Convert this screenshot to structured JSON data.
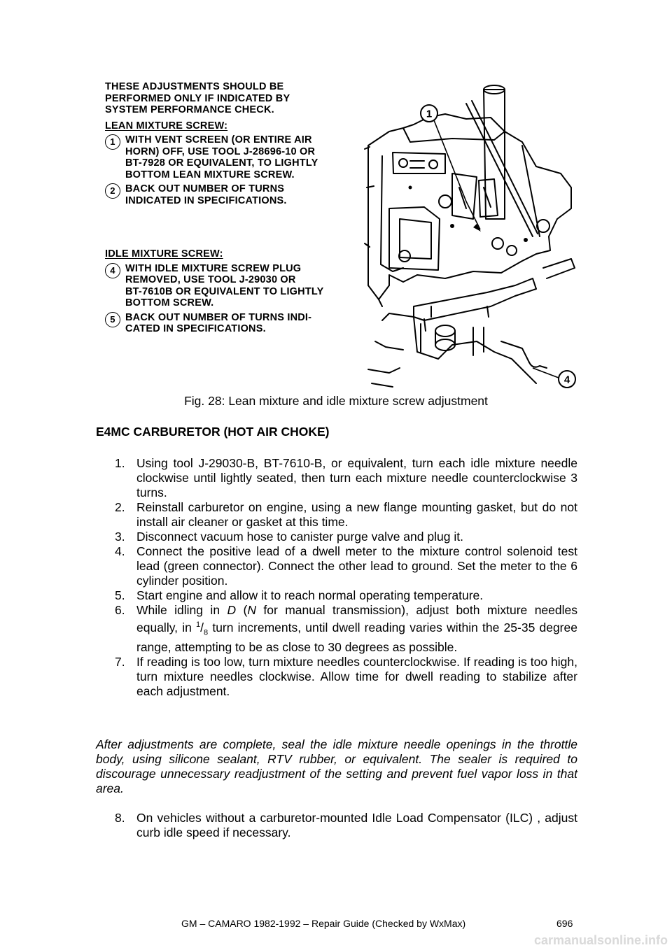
{
  "figure": {
    "intro_lines": [
      "THESE ADJUSTMENTS SHOULD BE",
      "PERFORMED ONLY IF INDICATED BY",
      "SYSTEM PERFORMANCE CHECK."
    ],
    "lean_header": "LEAN MIXTURE SCREW:",
    "lean_steps": [
      {
        "num": "1",
        "lines": [
          "WITH VENT SCREEN (OR ENTIRE AIR",
          "HORN) OFF, USE TOOL J-28696-10 OR",
          "BT-7928 OR EQUIVALENT, TO LIGHTLY",
          "BOTTOM LEAN MIXTURE SCREW."
        ]
      },
      {
        "num": "2",
        "lines": [
          "BACK OUT NUMBER OF TURNS",
          "INDICATED IN SPECIFICATIONS."
        ]
      }
    ],
    "idle_header": "IDLE MIXTURE SCREW:",
    "idle_steps": [
      {
        "num": "4",
        "lines": [
          "WITH IDLE MIXTURE SCREW PLUG",
          "REMOVED, USE TOOL J-29030 OR",
          "BT-7610B OR EQUIVALENT TO LIGHTLY",
          "BOTTOM SCREW."
        ]
      },
      {
        "num": "5",
        "lines": [
          "BACK OUT NUMBER OF TURNS INDI-",
          "CATED IN SPECIFICATIONS."
        ]
      }
    ],
    "callouts": [
      "1",
      "4"
    ]
  },
  "caption": "Fig. 28: Lean mixture and idle mixture screw adjustment",
  "section_title": "E4MC CARBURETOR (HOT AIR CHOKE)",
  "steps": [
    {
      "n": "1.",
      "text": "Using tool J-29030-B, BT-7610-B, or equivalent, turn each idle mixture needle clockwise until lightly seated, then turn each mixture needle counterclockwise 3 turns."
    },
    {
      "n": "2.",
      "text": "Reinstall carburetor on engine, using a new flange mounting gasket, but do not install air cleaner or gasket at this time."
    },
    {
      "n": "3.",
      "text": "Disconnect vacuum hose to canister purge valve and plug it."
    },
    {
      "n": "4.",
      "text": "Connect the positive lead of a dwell meter to the mixture control solenoid test lead (green connector). Connect the other lead to ground. Set the meter to the 6 cylinder position."
    },
    {
      "n": "5.",
      "text": "Start engine and allow it to reach normal operating temperature."
    },
    {
      "n": "6.",
      "a": "While idling in ",
      "d": "D",
      "b": " (",
      "nn": "N",
      "c": " for manual transmission), adjust both mixture needles equally, in ",
      "sup": "1",
      "slash": "/",
      "sub": "8",
      "e": " turn increments, until dwell reading varies within the 25-35 degree range, attempting to be as close to 30 degrees as possible."
    },
    {
      "n": "7.",
      "text": "If reading is too low, turn mixture needles counterclockwise. If reading is too high, turn mixture needles clockwise. Allow time for dwell reading to stabilize after each adjustment."
    }
  ],
  "note": "After adjustments are complete, seal the idle mixture needle openings in the throttle body, using silicone sealant, RTV rubber, or equivalent. The sealer is required to discourage unnecessary readjustment of the setting and prevent fuel vapor loss in that area.",
  "step8": {
    "n": "8.",
    "text": "On vehicles without a carburetor-mounted Idle Load Compensator (ILC) , adjust curb idle speed if necessary."
  },
  "footer": {
    "left": "GM – CAMARO 1982-1992 – Repair Guide (Checked by WxMax)",
    "page": "696"
  },
  "watermark": "carmanualsonline.info"
}
